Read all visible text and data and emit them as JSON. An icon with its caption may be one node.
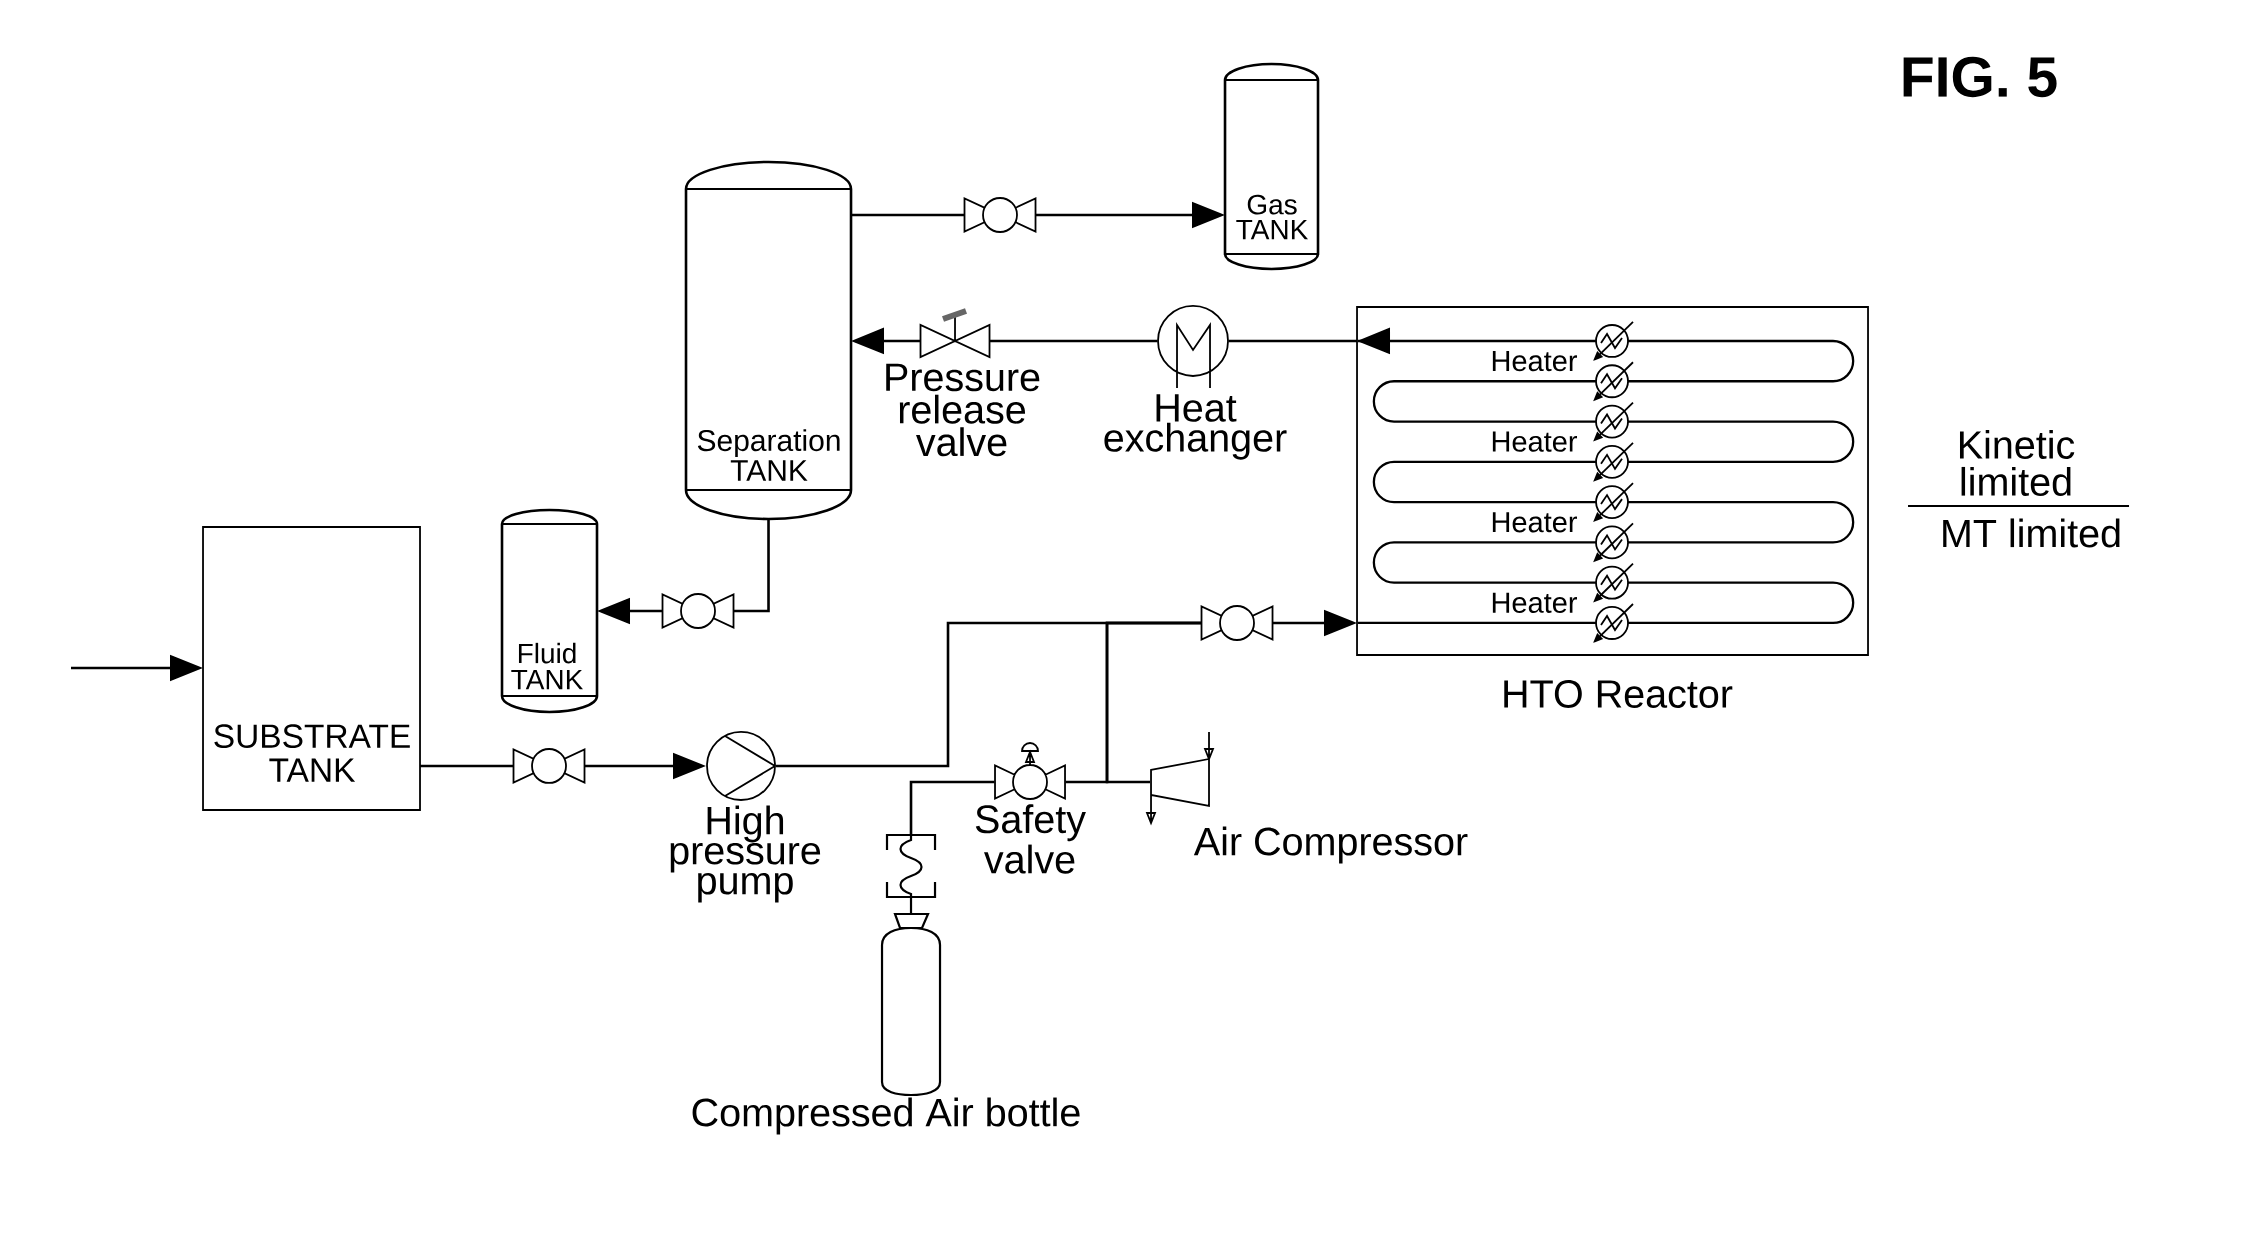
{
  "diagram": {
    "title": "FIG. 5",
    "nodes": [
      {
        "text": [
          "Gas TANK"
        ]
      },
      {
        "text": [
          "Separation TANK"
        ]
      },
      {
        "text": [],
        "shape": "valve"
      },
      {
        "text": [
          "Pressure release valve"
        ]
      },
      {
        "text": [
          "Heat exchanger"
        ]
      },
      {
        "text": [
          "HTO Reactor"
        ]
      },
      {
        "text": [
          "Fluid TANK"
        ]
      },
      {
        "text": [],
        "shape": "valve"
      },
      {
        "text": [
          "SUBSTRATE TANK"
        ]
      },
      {
        "text": [],
        "shape": "valve"
      },
      {
        "text": [
          "High pressure pump"
        ]
      },
      {
        "text": [],
        "shape": "valve"
      },
      {
        "text": [
          "Safety valve"
        ]
      },
      {
        "text": [
          "Air Compressor"
        ]
      },
      {
        "text": [
          "Compressed Air bottle"
        ]
      }
    ],
    "edges": [
      {
        "from": 1,
        "to": 2,
        "arrow": "none"
      },
      {
        "from": 2,
        "to": 0,
        "arrow": "to"
      },
      {
        "from": 5,
        "to": 4,
        "arrow": "to"
      },
      {
        "from": 4,
        "to": 3,
        "arrow": "none"
      },
      {
        "from": 3,
        "to": 1,
        "arrow": "to"
      },
      {
        "from": 1,
        "to": 7,
        "arrow": "none"
      },
      {
        "from": 7,
        "to": 6,
        "arrow": "to"
      },
      {
        "from": null,
        "to": 8,
        "arrow": "to"
      },
      {
        "from": 8,
        "to": 9,
        "arrow": "none"
      },
      {
        "from": 9,
        "to": 10,
        "arrow": "to"
      },
      {
        "from": 10,
        "to": 11,
        "arrow": "none"
      },
      {
        "from": 11,
        "to": 5,
        "arrow": "to"
      },
      {
        "from": 12,
        "to": 11,
        "arrow": "none"
      },
      {
        "from": 13,
        "to": 11,
        "arrow": "none"
      },
      {
        "from": 14,
        "to": 12,
        "arrow": "none"
      }
    ],
    "labels": [
      "Heater",
      "Heater",
      "Heater",
      "Heater",
      "Kinetic limited",
      "MT limited"
    ]
  }
}
